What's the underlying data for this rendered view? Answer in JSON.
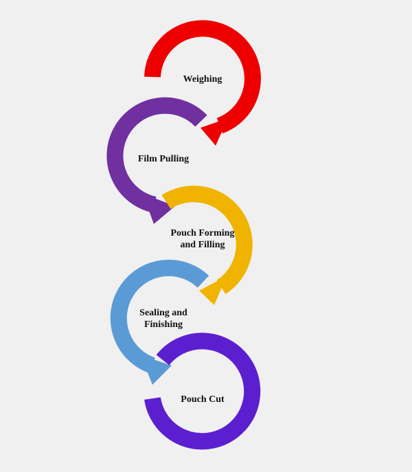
{
  "steps": [
    {
      "id": "weighing",
      "lines": [
        "Weighing"
      ],
      "color": "#ee0000"
    },
    {
      "id": "film-pulling",
      "lines": [
        "Film Pulling"
      ],
      "color": "#7030a0"
    },
    {
      "id": "pouch-forming",
      "lines": [
        "Pouch Forming",
        "and Filling"
      ],
      "color": "#f0b400"
    },
    {
      "id": "sealing",
      "lines": [
        "Sealing and",
        "Finishing"
      ],
      "color": "#5b9bd5"
    },
    {
      "id": "pouch-cut",
      "lines": [
        "Pouch Cut"
      ],
      "color": "#5b1fd0"
    }
  ]
}
